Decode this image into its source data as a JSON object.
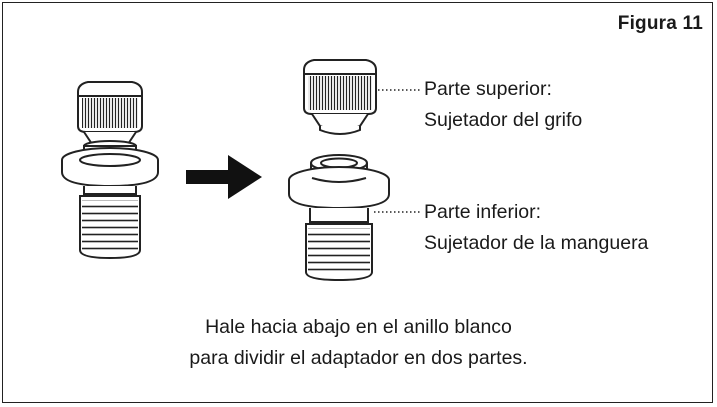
{
  "figure_label": "Figura 11",
  "callouts": {
    "top_part": {
      "line1": "Parte superior:",
      "line2": "Sujetador del grifo"
    },
    "bottom_part": {
      "line1": "Parte inferior:",
      "line2": "Sujetador de la manguera"
    }
  },
  "caption": {
    "line1": "Hale hacia abajo en el anillo blanco",
    "line2": "para dividir el adaptador en dos partes."
  },
  "icons": {
    "assembled": "assembled-adapter-icon",
    "arrow": "arrow-right-icon",
    "top": "faucet-fastener-icon",
    "bottom": "hose-fastener-icon"
  }
}
